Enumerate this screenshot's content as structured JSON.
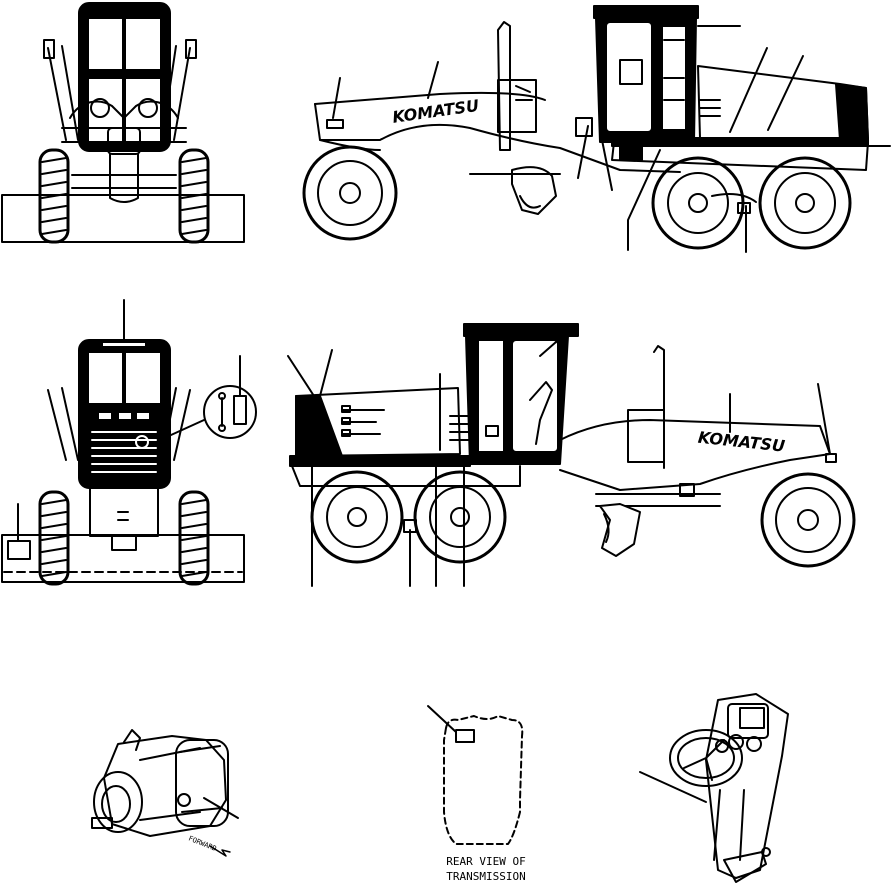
{
  "views": {
    "side_top_brand": "KOMATSU",
    "side_bottom_brand": "KOMATSU",
    "forward_label": "FORWARD",
    "caption_line1": "REAR VIEW OF",
    "caption_line2": "TRANSMISSION"
  }
}
